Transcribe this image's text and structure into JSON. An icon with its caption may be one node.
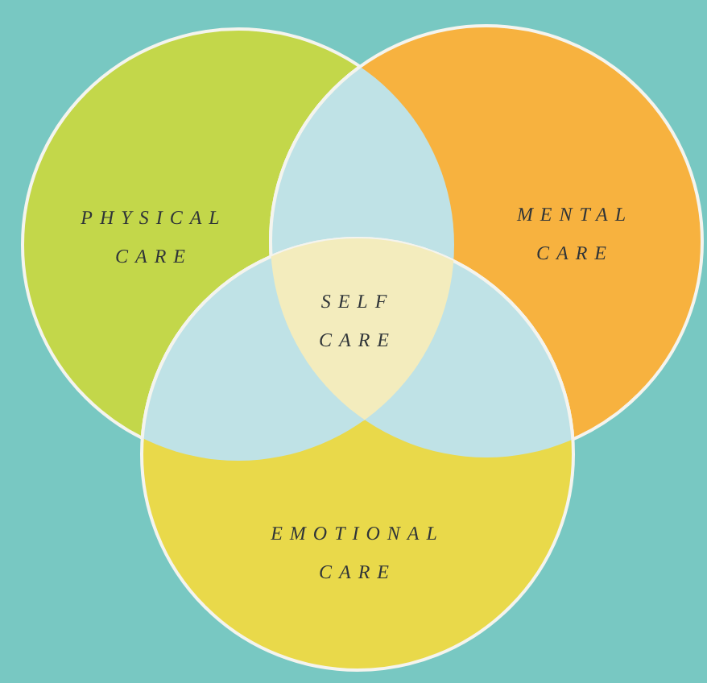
{
  "diagram": {
    "nodes": [
      {
        "text": [
          "PHYSICAL CARE"
        ]
      },
      {
        "text": [
          "MENTAL CARE"
        ]
      },
      {
        "text": [
          "EMOTIONAL CARE"
        ]
      },
      {
        "text": [
          "SELF CARE"
        ]
      }
    ]
  }
}
